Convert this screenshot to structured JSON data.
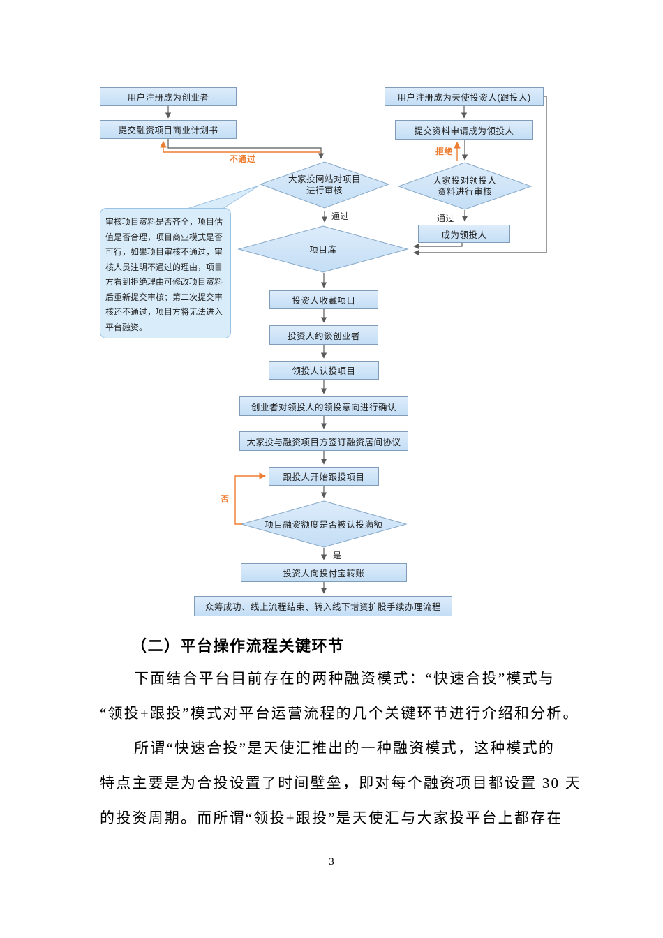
{
  "page": {
    "number": "3"
  },
  "flowchart": {
    "nodes": {
      "register_entrepreneur": "用户注册成为创业者",
      "submit_bp": "提交融资项目商业计划书",
      "site_review": "大家投网站对项目\n进行审核",
      "register_angel": "用户注册成为天使投资人(跟投人)",
      "apply_lead": "提交资料申请成为领投人",
      "lead_review": "大家投对领投人\n资料进行审核",
      "become_lead": "成为领投人",
      "project_pool": "项目库",
      "collect_project": "投资人收藏项目",
      "meet_founder": "投资人约谈创业者",
      "lead_invest": "领投人认投项目",
      "confirm_intent": "创业者对领投人的领投意向进行确认",
      "sign_agreement": "大家投与融资项目方签订融资居间协议",
      "follow_invest": "跟投人开始跟投项目",
      "full_subscription_check": "项目融资额度是否被认投满额",
      "transfer_money": "投资人向投付宝转账",
      "crowdfund_success": "众筹成功、线上流程结束、转入线下增资扩股手续办理流程"
    },
    "labels": {
      "fail": "不通过",
      "reject": "拒绝",
      "pass_left": "通过",
      "pass_right": "通过",
      "no": "否",
      "yes": "是"
    },
    "callout_note": "审核项目资料是否齐全，项目估值是否合理，项目商业模式是否可行，如果项目审核不通过，审核人员注明不通过的理由，项目方看到拒绝理由可修改项目资料后重新提交审核；第二次提交审核还不通过，项目方将无法进入平台融资。",
    "colors": {
      "accent_orange": "#ed7d31",
      "node_fill": "#cde3f7",
      "node_border": "#7f9db9"
    }
  },
  "section": {
    "heading": "（二）平台操作流程关键环节",
    "paragraph_lines": [
      "下面结合平台目前存在的两种融资模式：“快速合投”模式与",
      "“领投+跟投”模式对平台运营流程的几个关键环节进行介绍和分析。",
      "所谓“快速合投”是天使汇推出的一种融资模式，这种模式的",
      "特点主要是为合投设置了时间壁垒，即对每个融资项目都设置 30 天",
      "的投资周期。而所谓“领投+跟投”是天使汇与大家投平台上都存在"
    ]
  }
}
